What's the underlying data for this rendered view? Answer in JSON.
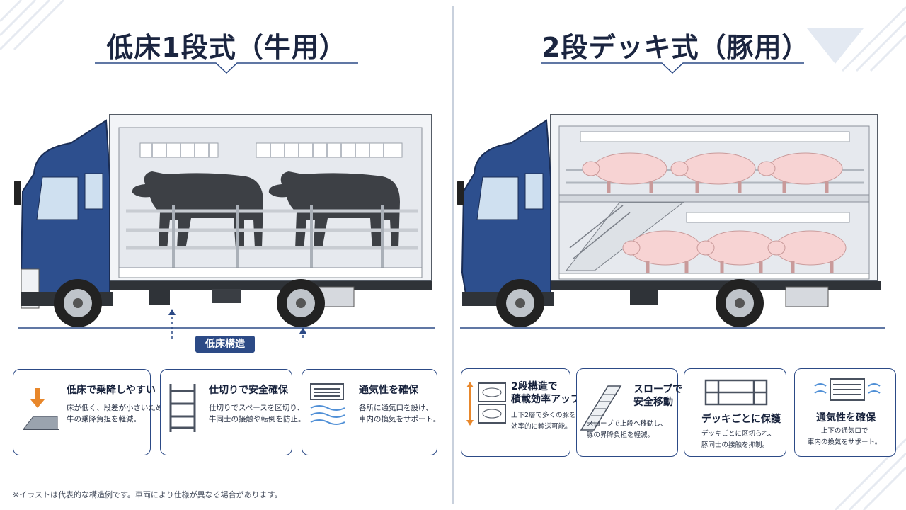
{
  "left": {
    "title": "低床1段式（牛用）",
    "structure_label": "低床構造",
    "cards": [
      {
        "title": "低床で乗降しやすい",
        "lines": [
          "床が低く、段差が小さいため",
          "牛の乗降負担を軽減。"
        ]
      },
      {
        "title": "仕切りで安全確保",
        "lines": [
          "仕切りでスペースを区切り、",
          "牛同士の接触や転倒を防止。"
        ]
      },
      {
        "title": "通気性を確保",
        "lines": [
          "各所に通気口を設け、",
          "車内の換気をサポート。"
        ]
      }
    ]
  },
  "right": {
    "title": "2段デッキ式（豚用）",
    "cards": [
      {
        "title_lines": [
          "2段構造で",
          "積載効率アップ"
        ],
        "lines": [
          "上下2層で多くの豚を",
          "効率的に輸送可能。"
        ]
      },
      {
        "title_lines": [
          "スロープで",
          "安全移動"
        ],
        "lines": [
          "スロープで上段へ移動し、",
          "豚の昇降負担を軽減。"
        ]
      },
      {
        "title_lines": [
          "デッキごとに保護"
        ],
        "lines": [
          "デッキごとに区切られ、",
          "豚同士の接触を抑制。"
        ]
      },
      {
        "title_lines": [
          "通気性を確保"
        ],
        "lines": [
          "上下の通気口で",
          "車内の換気をサポート。"
        ]
      }
    ]
  },
  "footnote": "※イラストは代表的な構造例です。車両により仕様が異なる場合があります。",
  "colors": {
    "cab": "#2d4f8e",
    "accent": "#2c4a86",
    "cow": "#3d4045",
    "pig": "#f7d3d3"
  }
}
